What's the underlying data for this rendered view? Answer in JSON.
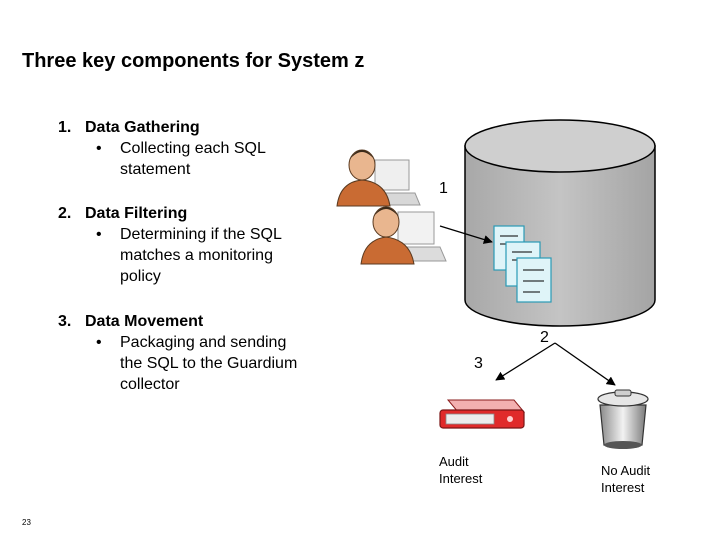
{
  "title": "Three key components for System z",
  "items": [
    {
      "num": "1.",
      "heading": "Data Gathering",
      "bullet": "•",
      "lines": [
        "Collecting each SQL",
        "statement"
      ]
    },
    {
      "num": "2.",
      "heading": "Data Filtering",
      "bullet": "•",
      "lines": [
        "Determining if the SQL",
        "matches a monitoring",
        "policy"
      ]
    },
    {
      "num": "3.",
      "heading": "Data Movement",
      "bullet": "•",
      "lines": [
        "Packaging and sending",
        "the SQL to the Guardium",
        "collector"
      ]
    }
  ],
  "diagram": {
    "label_1": "1",
    "label_2": "2",
    "label_3": "3",
    "audit_interest": [
      "Audit",
      "Interest"
    ],
    "no_audit_interest": [
      "No Audit",
      "Interest"
    ],
    "colors": {
      "cylinder": "#b7b7b7",
      "cylinder_top": "#c9c9c9",
      "docs": "#d9f3f8",
      "device_red": "#e02a2a"
    }
  },
  "page_number": "23"
}
